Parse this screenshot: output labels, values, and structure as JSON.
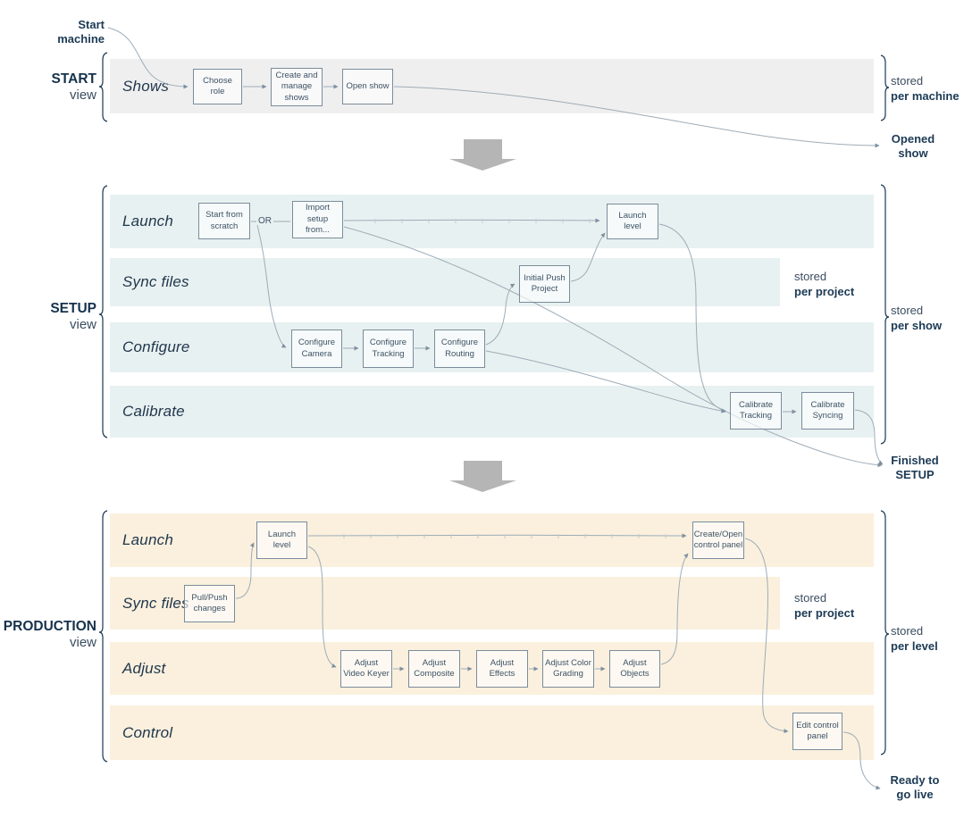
{
  "sections": {
    "start": {
      "title": "START",
      "subtitle": "view",
      "lanes": [
        {
          "label": "Shows"
        }
      ],
      "boxes": [
        "Choose role",
        "Create and manage shows",
        "Open show"
      ],
      "stored_outer": {
        "word": "stored",
        "scope": "per machine"
      }
    },
    "setup": {
      "title": "SETUP",
      "subtitle": "view",
      "or_label": "OR",
      "lanes": [
        {
          "label": "Launch"
        },
        {
          "label": "Sync files"
        },
        {
          "label": "Configure"
        },
        {
          "label": "Calibrate"
        }
      ],
      "boxes": [
        "Start from scratch",
        "Import setup from...",
        "Launch level",
        "Initial Push Project",
        "Configure Camera",
        "Configure Tracking",
        "Configure Routing",
        "Calibrate Tracking",
        "Calibrate Syncing"
      ],
      "stored_sync": {
        "word": "stored",
        "scope": "per project"
      },
      "stored_outer": {
        "word": "stored",
        "scope": "per show"
      }
    },
    "production": {
      "title": "PRODUCTION",
      "subtitle": "view",
      "lanes": [
        {
          "label": "Launch"
        },
        {
          "label": "Sync files"
        },
        {
          "label": "Adjust"
        },
        {
          "label": "Control"
        }
      ],
      "boxes": [
        "Launch level",
        "Pull/Push changes",
        "Create/Open control panel",
        "Adjust Video Keyer",
        "Adjust Composite",
        "Adjust Effects",
        "Adjust Color Grading",
        "Adjust Objects",
        "Edit control panel"
      ],
      "stored_sync": {
        "word": "stored",
        "scope": "per project"
      },
      "stored_outer": {
        "word": "stored",
        "scope": "per level"
      }
    }
  },
  "annotations": {
    "start_machine": {
      "line1": "Start",
      "line2": "machine"
    },
    "opened_show": {
      "line1": "Opened",
      "line2": "show"
    },
    "finished_setup": {
      "line1": "Finished",
      "line2": "SETUP"
    },
    "ready_go_live": {
      "line1": "Ready to",
      "line2": "go live"
    }
  },
  "colors": {
    "lane_start": "#efefef",
    "lane_setup": "#e8f1f1",
    "lane_production": "#faf0dd",
    "connector": "#9dacb8",
    "arrowhead": "#7d8fa0",
    "big_arrow": "#b5b5b5",
    "text_dark": "#1c3a55"
  }
}
